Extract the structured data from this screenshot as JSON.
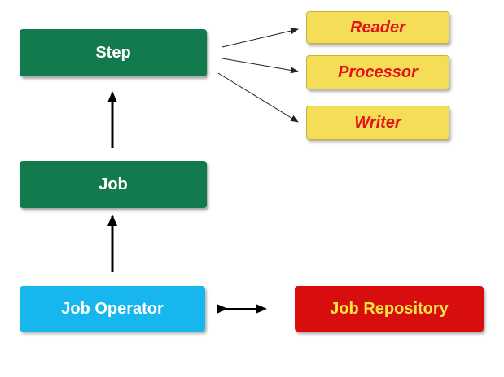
{
  "diagram": {
    "step": "Step",
    "job": "Job",
    "job_operator": "Job Operator",
    "job_repository": "Job Repository",
    "reader": "Reader",
    "processor": "Processor",
    "writer": "Writer"
  },
  "colors": {
    "green": "#137a4e",
    "yellow": "#f5dd57",
    "yellow_text": "#e3121b",
    "blue": "#17b6ef",
    "red": "#d80d0d",
    "red_text": "#f5e442"
  }
}
